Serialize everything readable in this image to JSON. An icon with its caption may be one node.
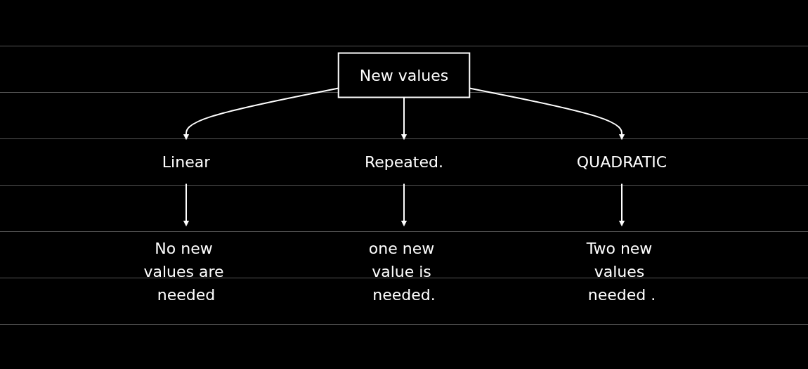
{
  "diagram": {
    "nodes": [
      {
        "text": [
          "New values"
        ]
      },
      {
        "text": [
          "Linear"
        ]
      },
      {
        "text": [
          "Repeated."
        ]
      },
      {
        "text": [
          "QUADRATIC"
        ]
      },
      {
        "text": [
          "No new values are needed"
        ]
      },
      {
        "text": [
          "one new value is needed."
        ]
      },
      {
        "text": [
          "Two new values needed ."
        ]
      }
    ],
    "edges": [
      {
        "from": 0,
        "to": 1,
        "arrow": "to"
      },
      {
        "from": 0,
        "to": 2,
        "arrow": "to"
      },
      {
        "from": 0,
        "to": 3,
        "arrow": "to"
      },
      {
        "from": 1,
        "to": 4,
        "arrow": "to"
      },
      {
        "from": 2,
        "to": 5,
        "arrow": "to"
      },
      {
        "from": 3,
        "to": 6,
        "arrow": "to"
      }
    ]
  }
}
